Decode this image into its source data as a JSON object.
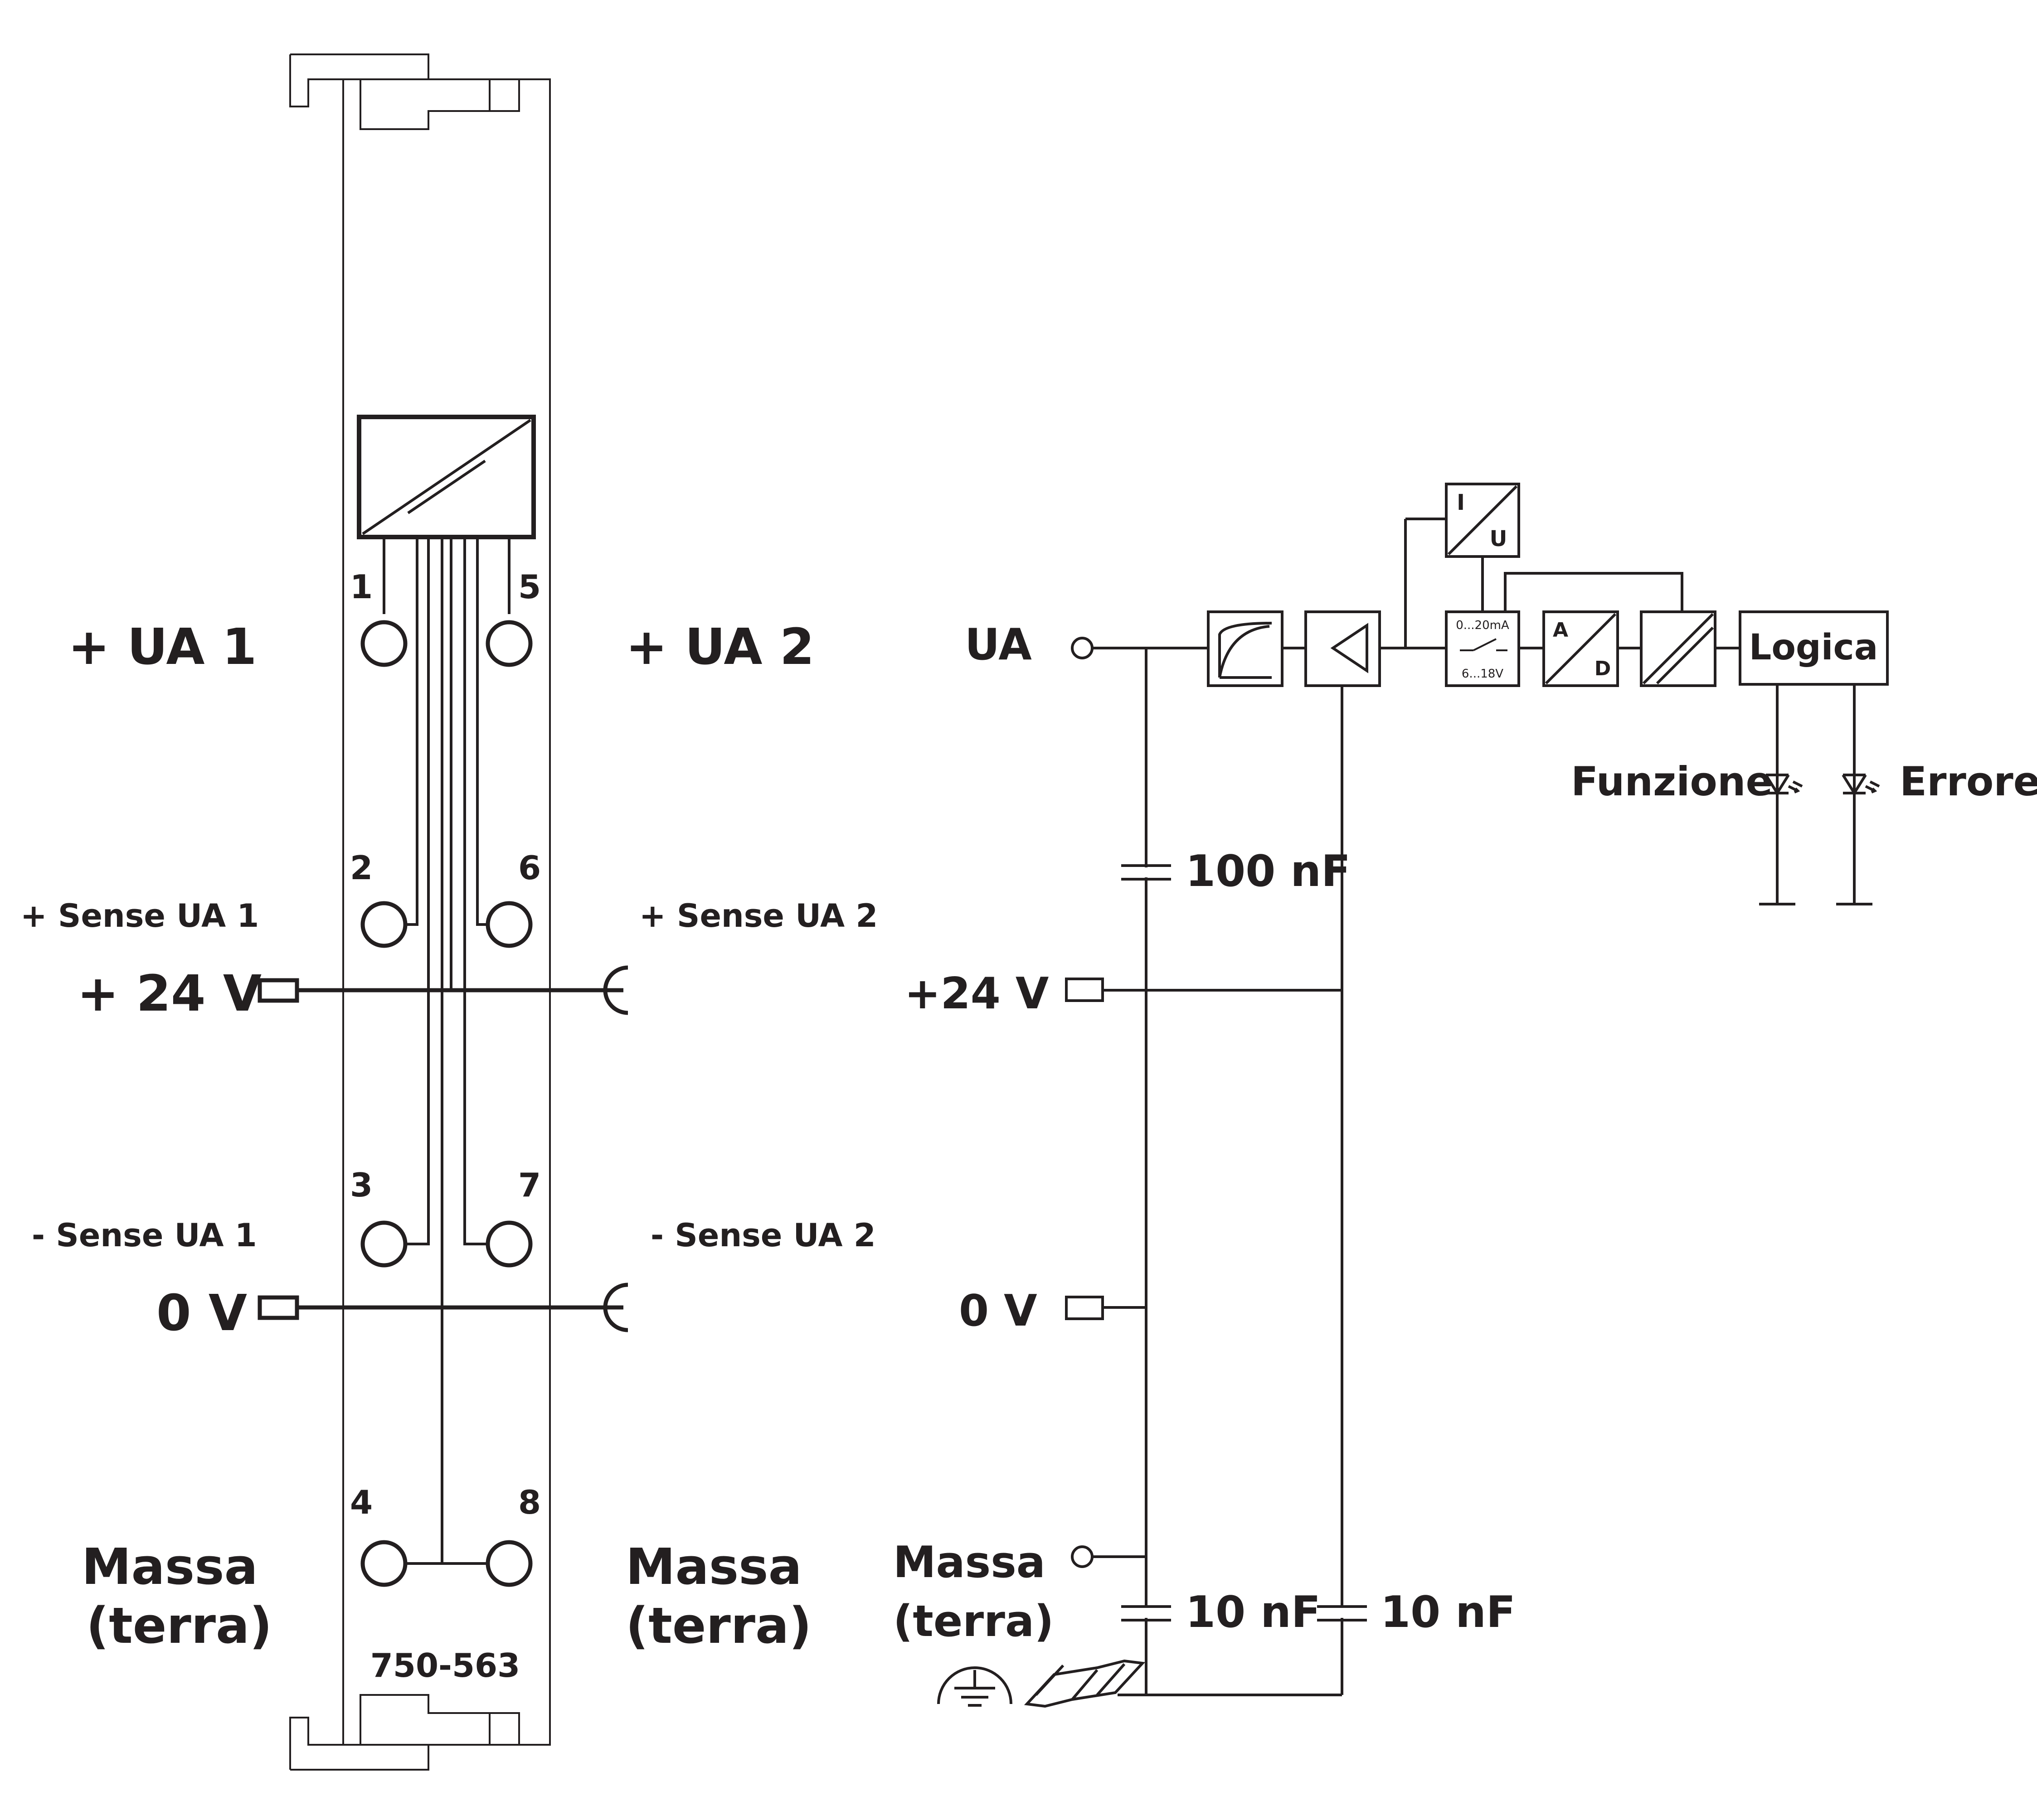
{
  "module": {
    "part_number": "750-563",
    "terminals": [
      {
        "number": "1",
        "left_label": "+ UA 1"
      },
      {
        "number": "5",
        "right_label": "+ UA 2"
      },
      {
        "number": "2",
        "left_label": "+ Sense UA 1"
      },
      {
        "number": "6",
        "right_label": "+ Sense UA 2"
      },
      {
        "number": "3",
        "left_label": "- Sense UA 1"
      },
      {
        "number": "7",
        "right_label": "- Sense UA 2"
      },
      {
        "number": "4"
      },
      {
        "number": "8"
      }
    ],
    "labels": {
      "ua1": "+ UA 1",
      "ua2": "+ UA 2",
      "sense_pos_1": "+ Sense UA 1",
      "sense_pos_2": "+ Sense UA 2",
      "sense_neg_1": "- Sense UA 1",
      "sense_neg_2": "- Sense UA 2",
      "plus24": "+ 24 V",
      "zero_v": "0 V",
      "massa_left_1": "Massa",
      "massa_left_2": "(terra)",
      "massa_right_1": "Massa",
      "massa_right_2": "(terra)"
    }
  },
  "schematic": {
    "ua": "UA",
    "plus24": "+24 V",
    "zero_v": "0 V",
    "massa_1": "Massa",
    "massa_2": "(terra)",
    "cap_100nf": "100 nF",
    "cap_10nf_a": "10 nF",
    "cap_10nf_b": "10 nF",
    "iu_i": "I",
    "iu_u": "U",
    "switch_top": "0...20mA",
    "switch_bottom": "6...18V",
    "ad_a": "A",
    "ad_d": "D",
    "logic": "Logica",
    "led_function": "Funzione",
    "led_error": "Errore"
  }
}
